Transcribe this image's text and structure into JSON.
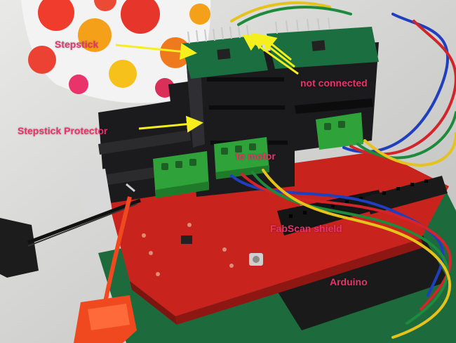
{
  "annotations": {
    "stepstick": "Stepstick",
    "not_connected": "not connected",
    "stepstick_protector": "Stepstick Protector",
    "to_motor": "to motor",
    "fabscan_shield": "FabScan shield",
    "arduino": "Arduino"
  },
  "colors": {
    "label": "#e8336b",
    "arrow": "#f5ef1e",
    "pcb_red": "#c8231d",
    "pcb_green": "#1d6b3c",
    "header_black": "#1b1b1d",
    "terminal_green": "#2fa33a"
  }
}
